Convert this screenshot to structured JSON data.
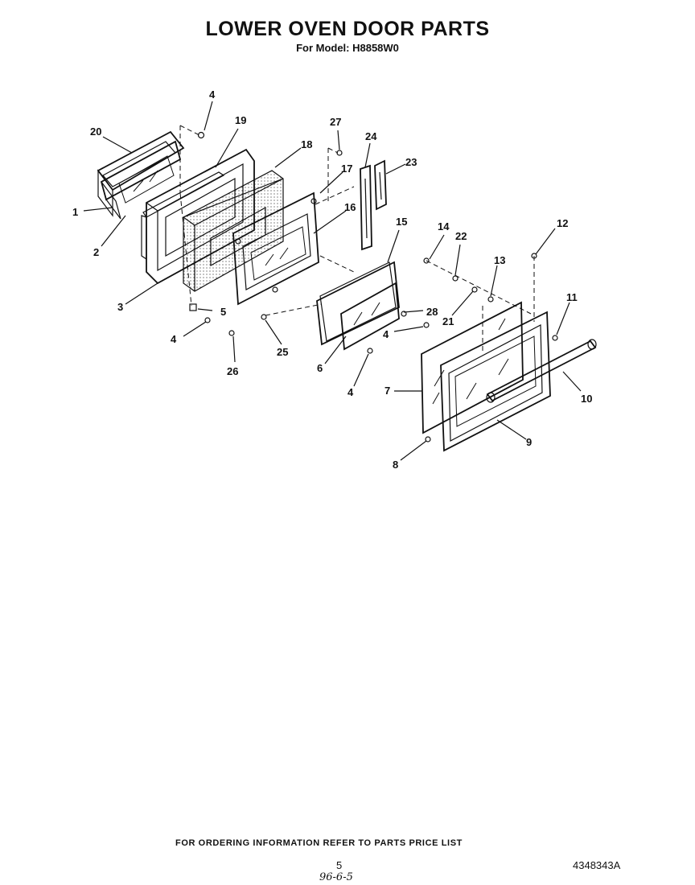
{
  "header": {
    "title": "LOWER OVEN DOOR PARTS",
    "subtitle": "For Model: H8858W0"
  },
  "callouts": {
    "c1": "1",
    "c2": "2",
    "c3": "3",
    "c4a": "4",
    "c4b": "4",
    "c4c": "4",
    "c4d": "4",
    "c5": "5",
    "c6": "6",
    "c7": "7",
    "c8": "8",
    "c9": "9",
    "c10": "10",
    "c11": "11",
    "c12": "12",
    "c13": "13",
    "c14": "14",
    "c15": "15",
    "c16": "16",
    "c17": "17",
    "c18": "18",
    "c19": "19",
    "c20": "20",
    "c21": "21",
    "c22": "22",
    "c23": "23",
    "c24": "24",
    "c25": "25",
    "c26": "26",
    "c27": "27",
    "c28": "28"
  },
  "footer": {
    "ordering_note": "FOR ORDERING INFORMATION REFER TO PARTS PRICE LIST",
    "page_number": "5",
    "document_number": "4348343A",
    "handwritten_note": "96-6-5"
  }
}
